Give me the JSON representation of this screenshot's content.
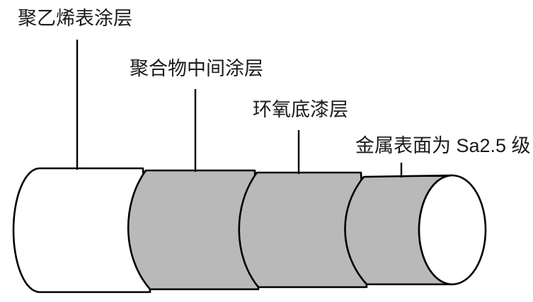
{
  "diagram": {
    "type": "pipe-coating-layers",
    "layers": [
      {
        "name": "polyethylene-topcoat",
        "label": "聚乙烯表涂层",
        "fill": "white"
      },
      {
        "name": "polymer-midcoat",
        "label": "聚合物中间涂层",
        "fill": "gray"
      },
      {
        "name": "epoxy-primer",
        "label": "环氧底漆层",
        "fill": "gray"
      },
      {
        "name": "metal-pipe-surface",
        "label": "金属表面为 Sa2.5 级",
        "fill": "gray"
      }
    ],
    "colors": {
      "coating_fill": "#b9b9b9",
      "pipe_end_fill": "#ffffff",
      "outline": "#000000",
      "background": "#ffffff",
      "text": "#1a1a1a"
    }
  }
}
